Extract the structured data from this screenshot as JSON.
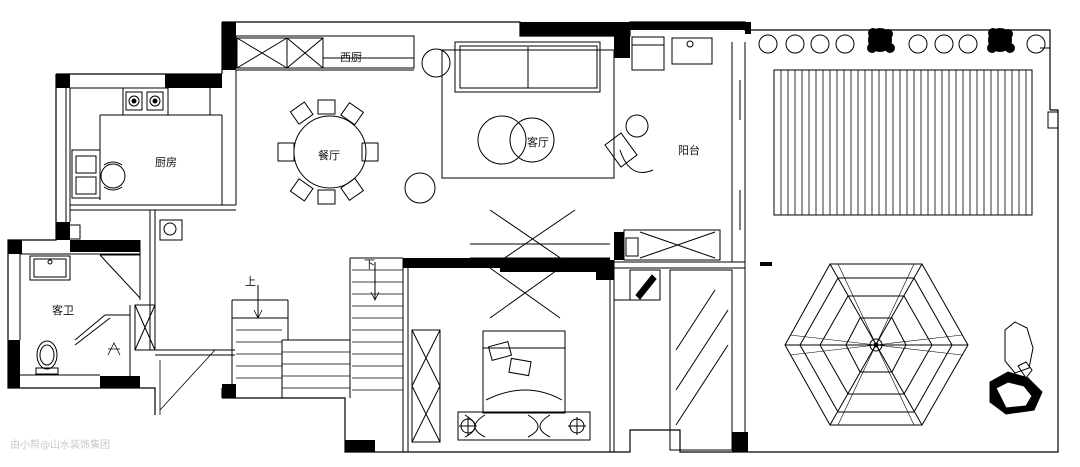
{
  "rooms": {
    "west_kitchen": "西厨",
    "kitchen": "厨房",
    "dining": "餐厅",
    "living": "客厅",
    "balcony": "阳台",
    "guest_bath": "客卫"
  },
  "stairs": {
    "up": "上",
    "down": "下"
  },
  "watermark": "由小帮@山水装饰集团"
}
